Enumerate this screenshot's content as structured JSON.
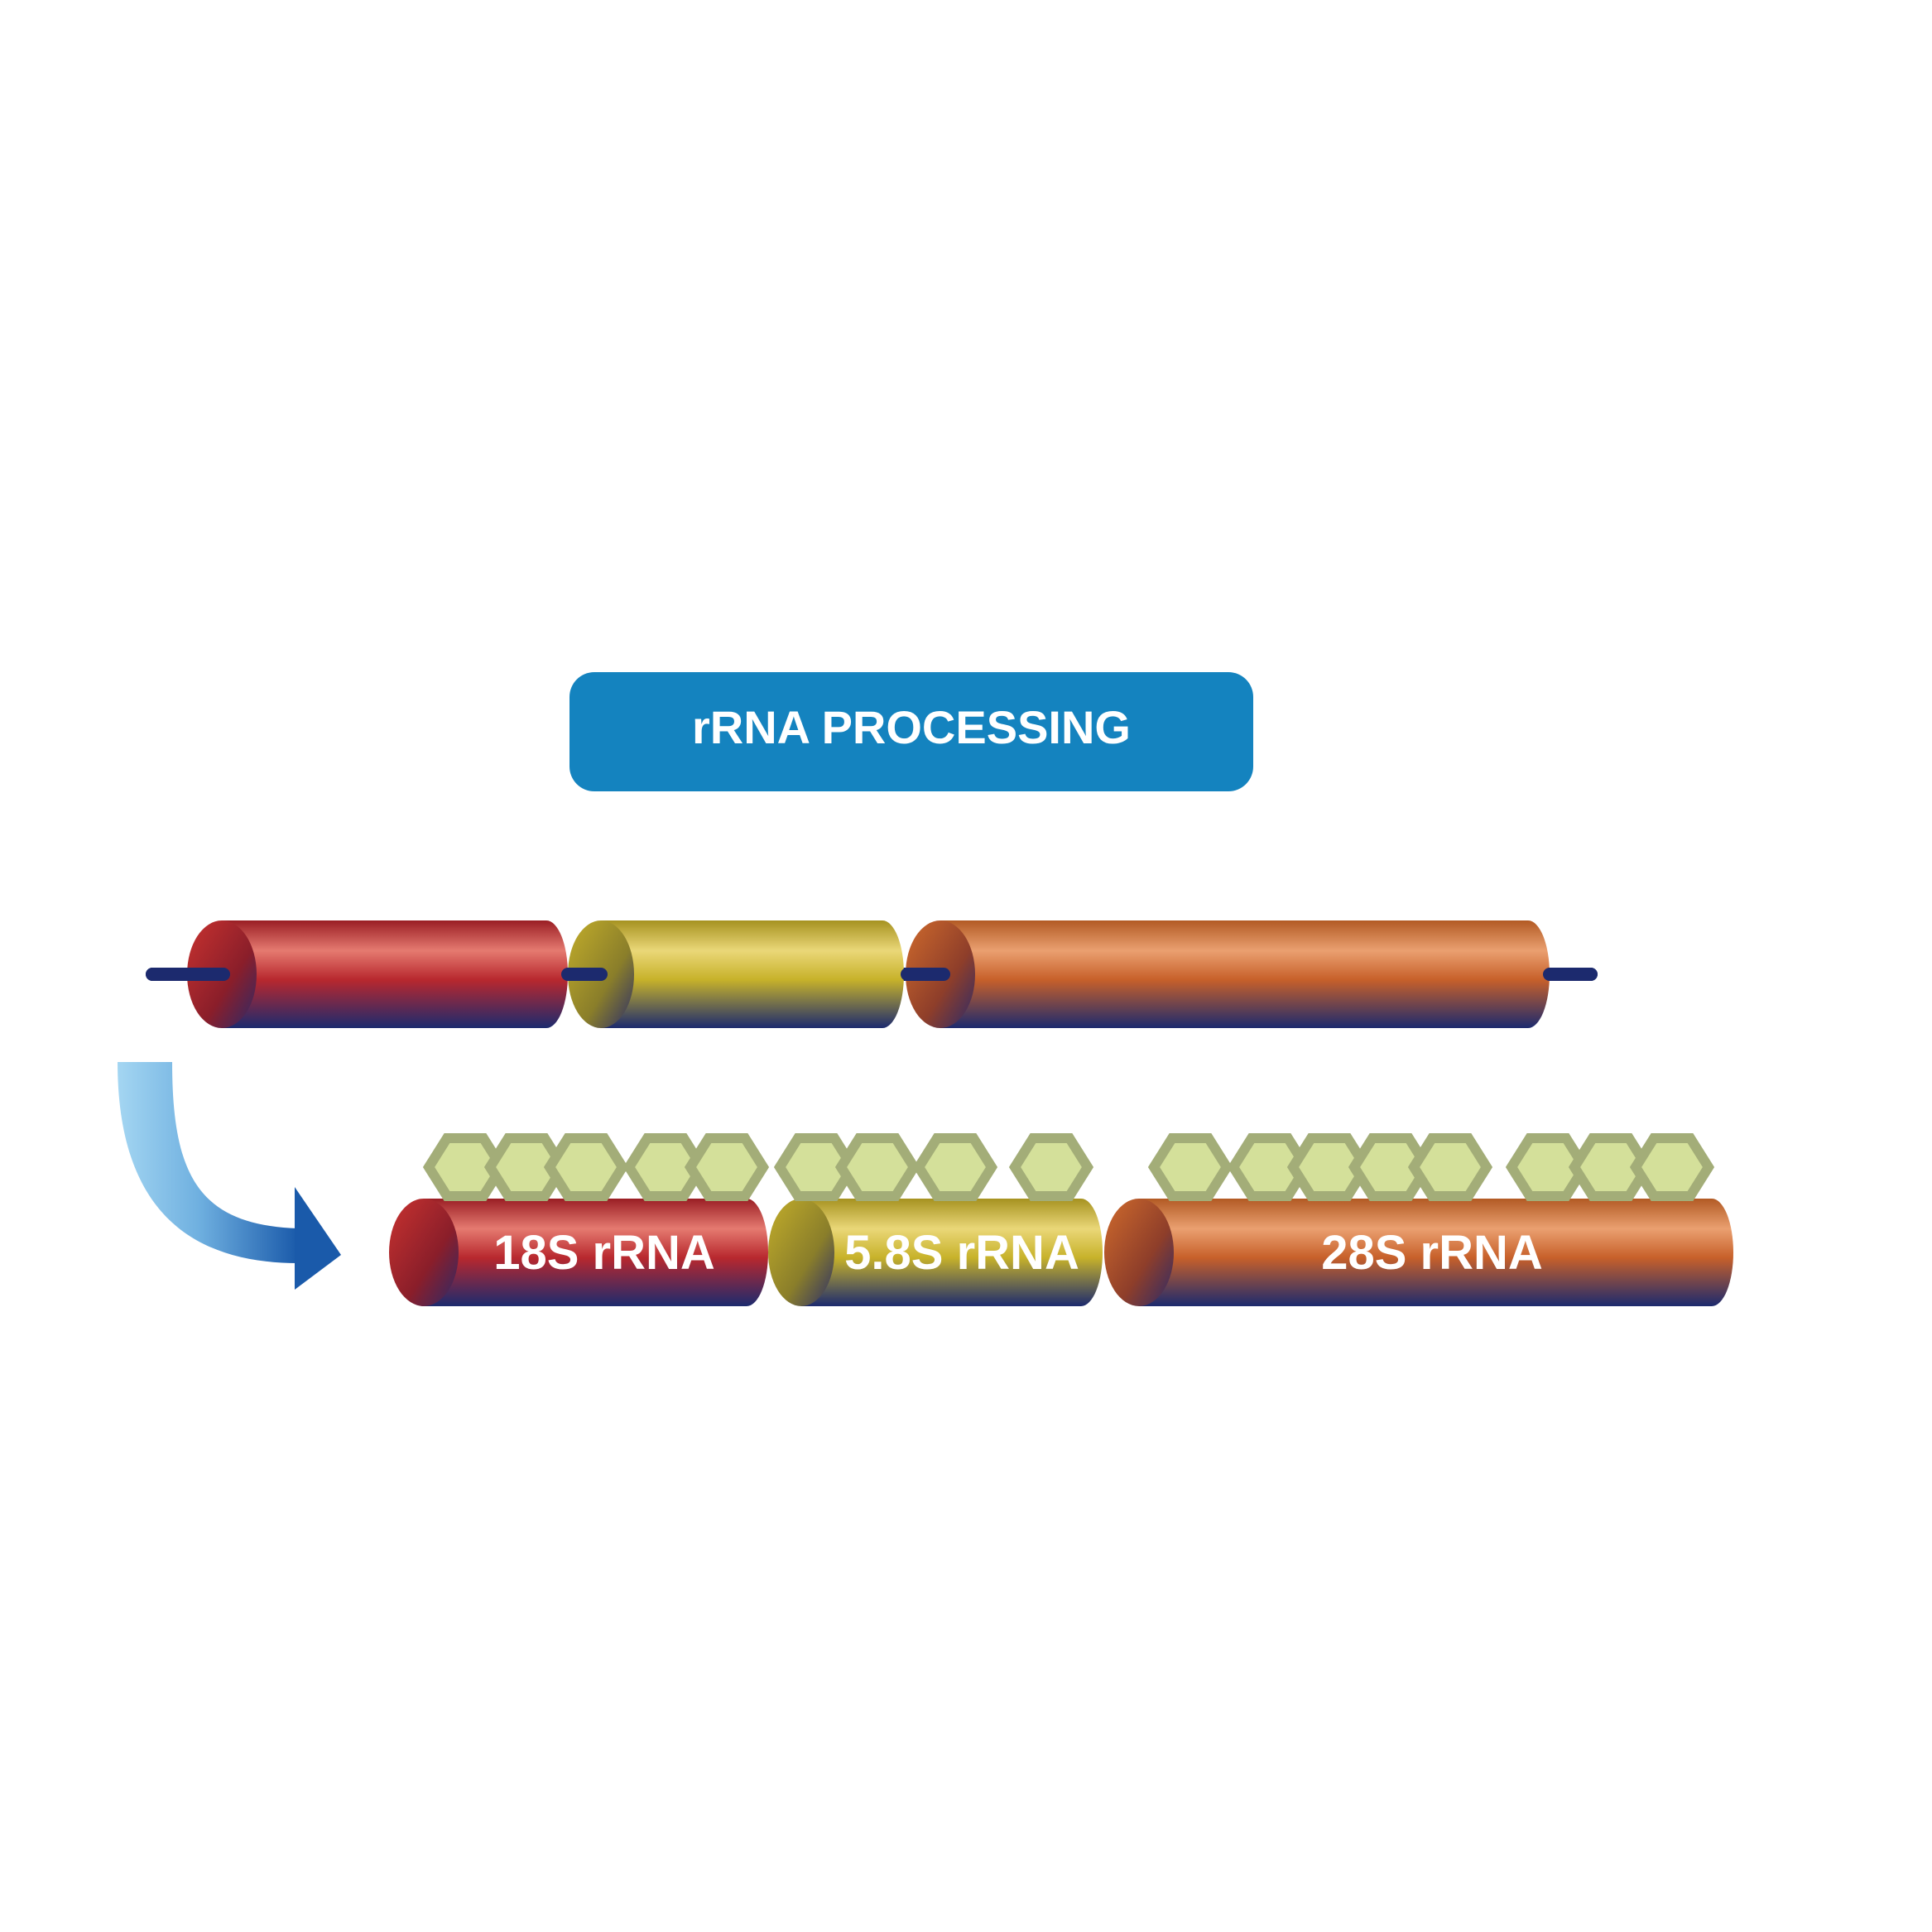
{
  "title": "rRNA PROCESSING",
  "colors": {
    "title_box": "#1483bf",
    "strand": "#1c2a6e",
    "red_cylinder": "#b8282e",
    "yellow_cylinder": "#c7b22a",
    "orange_cylinder": "#c7602a",
    "hexagon_fill": "#d4e09a",
    "hexagon_stroke": "#a3ad78",
    "arrow_light": "#9fd3f0",
    "arrow_dark": "#1a5aaa"
  },
  "precursor": {
    "segments": [
      {
        "name": "18s-precursor",
        "color": "red"
      },
      {
        "name": "5-8s-precursor",
        "color": "yellow"
      },
      {
        "name": "28s-precursor",
        "color": "orange"
      }
    ]
  },
  "mature": {
    "segments": [
      {
        "label": "18S rRNA",
        "color": "red",
        "hexagon_count": 5
      },
      {
        "label": "5.8S rRNA",
        "color": "yellow",
        "hexagon_count": 4
      },
      {
        "label": "28S rRNA",
        "color": "orange",
        "hexagon_count": 8
      }
    ]
  }
}
